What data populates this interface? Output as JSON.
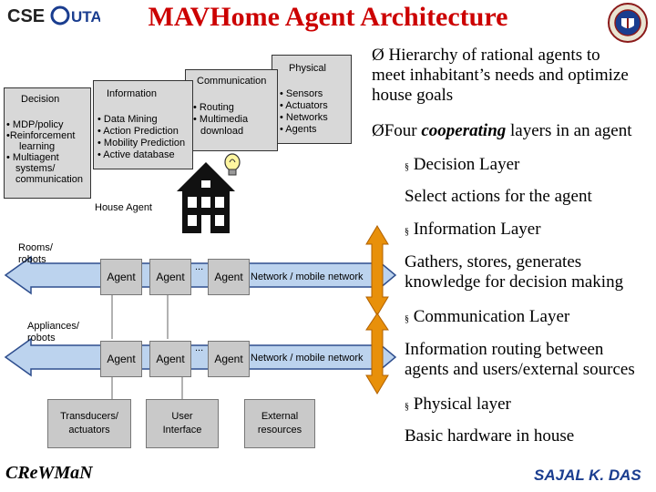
{
  "logo": {
    "text": "CSE",
    "suffix": "UTA"
  },
  "title": "MAVHome Agent Architecture",
  "layers": {
    "physical": {
      "title": "Physical",
      "items": [
        "• Sensors",
        "• Actuators",
        "• Networks",
        "• Agents"
      ]
    },
    "communication": {
      "title": "Communication",
      "items": [
        "• Routing",
        "• Multimedia",
        "download"
      ]
    },
    "information": {
      "title": "Information",
      "items": [
        "• Data Mining",
        "• Action Prediction",
        "• Mobility Prediction",
        "• Active database"
      ]
    },
    "decision": {
      "title": "Decision",
      "items": [
        "• MDP/policy",
        "•Reinforcement",
        "learning",
        "• Multiagent",
        "systems/",
        "communication"
      ]
    }
  },
  "house_agent_label": "House Agent",
  "network_rows": [
    {
      "label_line1": "Rooms/",
      "label_line2": "robots",
      "agents": [
        "Agent",
        "Agent",
        "Agent"
      ],
      "ellipsis": "...",
      "network_label": "Network / mobile network"
    },
    {
      "label_line1": "Appliances/",
      "label_line2": "robots",
      "agents": [
        "Agent",
        "Agent",
        "Agent"
      ],
      "ellipsis": "...",
      "network_label": "Network / mobile network"
    }
  ],
  "bottom_boxes": [
    {
      "line1": "Transducers/",
      "line2": "actuators"
    },
    {
      "line1": "User",
      "line2": "Interface"
    },
    {
      "line1": "External",
      "line2": "resources"
    }
  ],
  "footer_left": "CReWMaN",
  "footer_right": "SAJAL K. DAS",
  "right_panel": {
    "arrow_glyph": "Ø",
    "intro_lines": [
      "Hierarchy of rational agents to",
      "meet inhabitant’s needs and optimize",
      "house goals"
    ],
    "four_prefix": "ØFour ",
    "four_emphasis": "cooperating",
    "four_suffix": " layers in an agent",
    "bullet_glyph": "§",
    "layers": [
      {
        "name": "Decision Layer",
        "desc_lines": [
          "Select actions for the agent"
        ]
      },
      {
        "name": "Information Layer",
        "desc_lines": [
          "Gathers, stores, generates",
          "knowledge for decision making"
        ]
      },
      {
        "name": "Communication Layer",
        "desc_lines": [
          "Information routing between",
          "agents and users/external sources"
        ]
      },
      {
        "name": "Physical layer",
        "desc_lines": [
          "Basic hardware in house"
        ]
      }
    ]
  },
  "colors": {
    "title": "#cc0000",
    "box_fill": "#d8d8d8",
    "agent_fill": "#c9c9c9",
    "arrow_fill": "#bcd3ee",
    "arrow_stroke": "#2e4e8e",
    "double_arrow": "#e8900a",
    "footer_right": "#1a3d8f"
  }
}
